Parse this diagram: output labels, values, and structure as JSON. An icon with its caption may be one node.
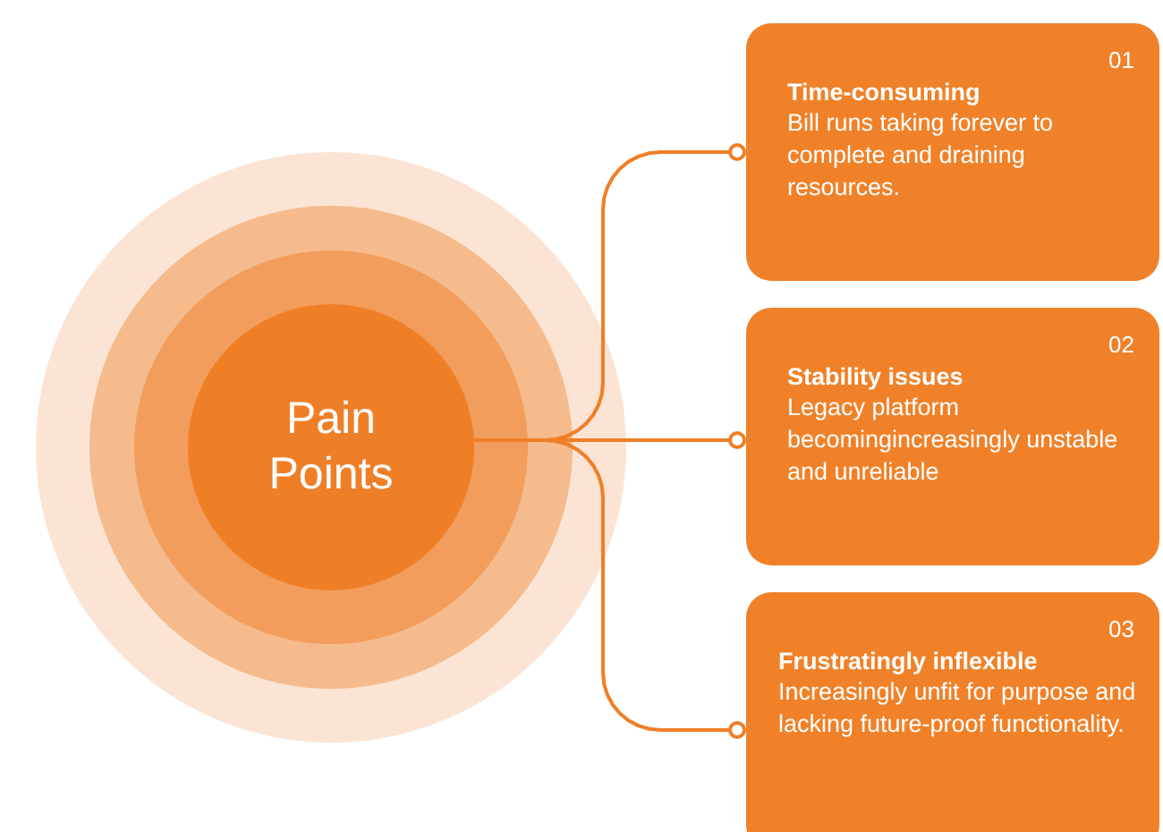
{
  "diagram": {
    "nodes": [
      {
        "text": [
          "Pain Points"
        ]
      },
      {
        "text": [
          "01",
          "Time-consuming",
          "Bill runs taking forever to complete and draining resources."
        ]
      },
      {
        "text": [
          "02",
          "Stability issues",
          "Legacy platform becomingincreasingly unstable and unreliable"
        ]
      },
      {
        "text": [
          "03",
          "Frustratingly inflexible",
          "Increasingly unfit for purpose and lacking future-proof functionality."
        ]
      }
    ],
    "edges": [
      {
        "from": 0,
        "to": 1,
        "arrow": "other"
      },
      {
        "from": 0,
        "to": 2,
        "arrow": "other"
      },
      {
        "from": 0,
        "to": 3,
        "arrow": "other"
      }
    ]
  }
}
